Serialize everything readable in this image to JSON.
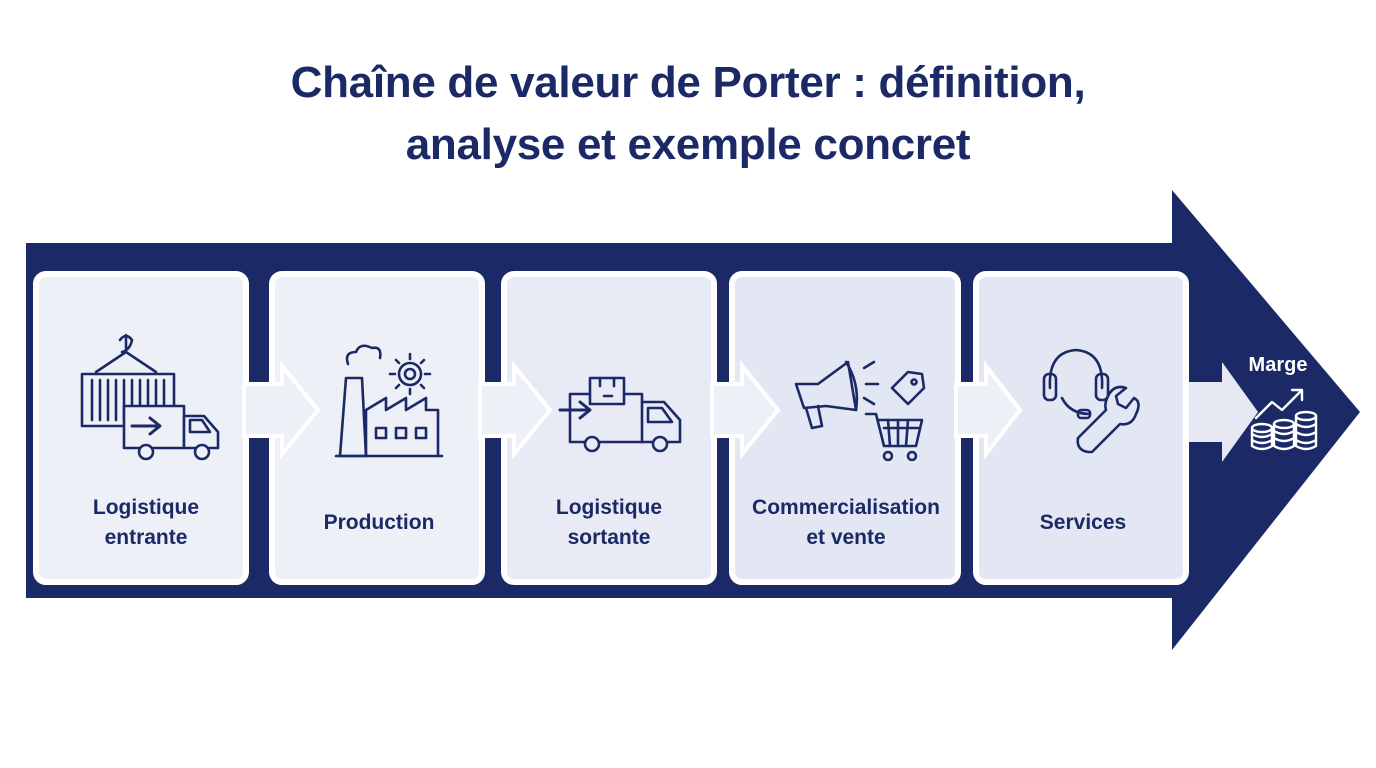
{
  "title": {
    "line1": "Chaîne de valeur de Porter : définition,",
    "line2": "analyse et exemple concret"
  },
  "activities": [
    {
      "line1": "Logistique",
      "line2": "entrante",
      "icon": "container-truck-icon"
    },
    {
      "line1": "Production",
      "line2": "",
      "icon": "factory-gear-icon"
    },
    {
      "line1": "Logistique",
      "line2": "sortante",
      "icon": "delivery-truck-icon"
    },
    {
      "line1": "Commercialisation",
      "line2": "et vente",
      "icon": "megaphone-cart-icon"
    },
    {
      "line1": "Services",
      "line2": "",
      "icon": "headset-wrench-icon"
    }
  ],
  "margin": {
    "label": "Marge",
    "icon": "growth-coins-icon"
  },
  "colors": {
    "navy": "#1b2a66",
    "box_light": "#eef0f7",
    "box_tint": "#e3e7f3",
    "white": "#ffffff"
  }
}
